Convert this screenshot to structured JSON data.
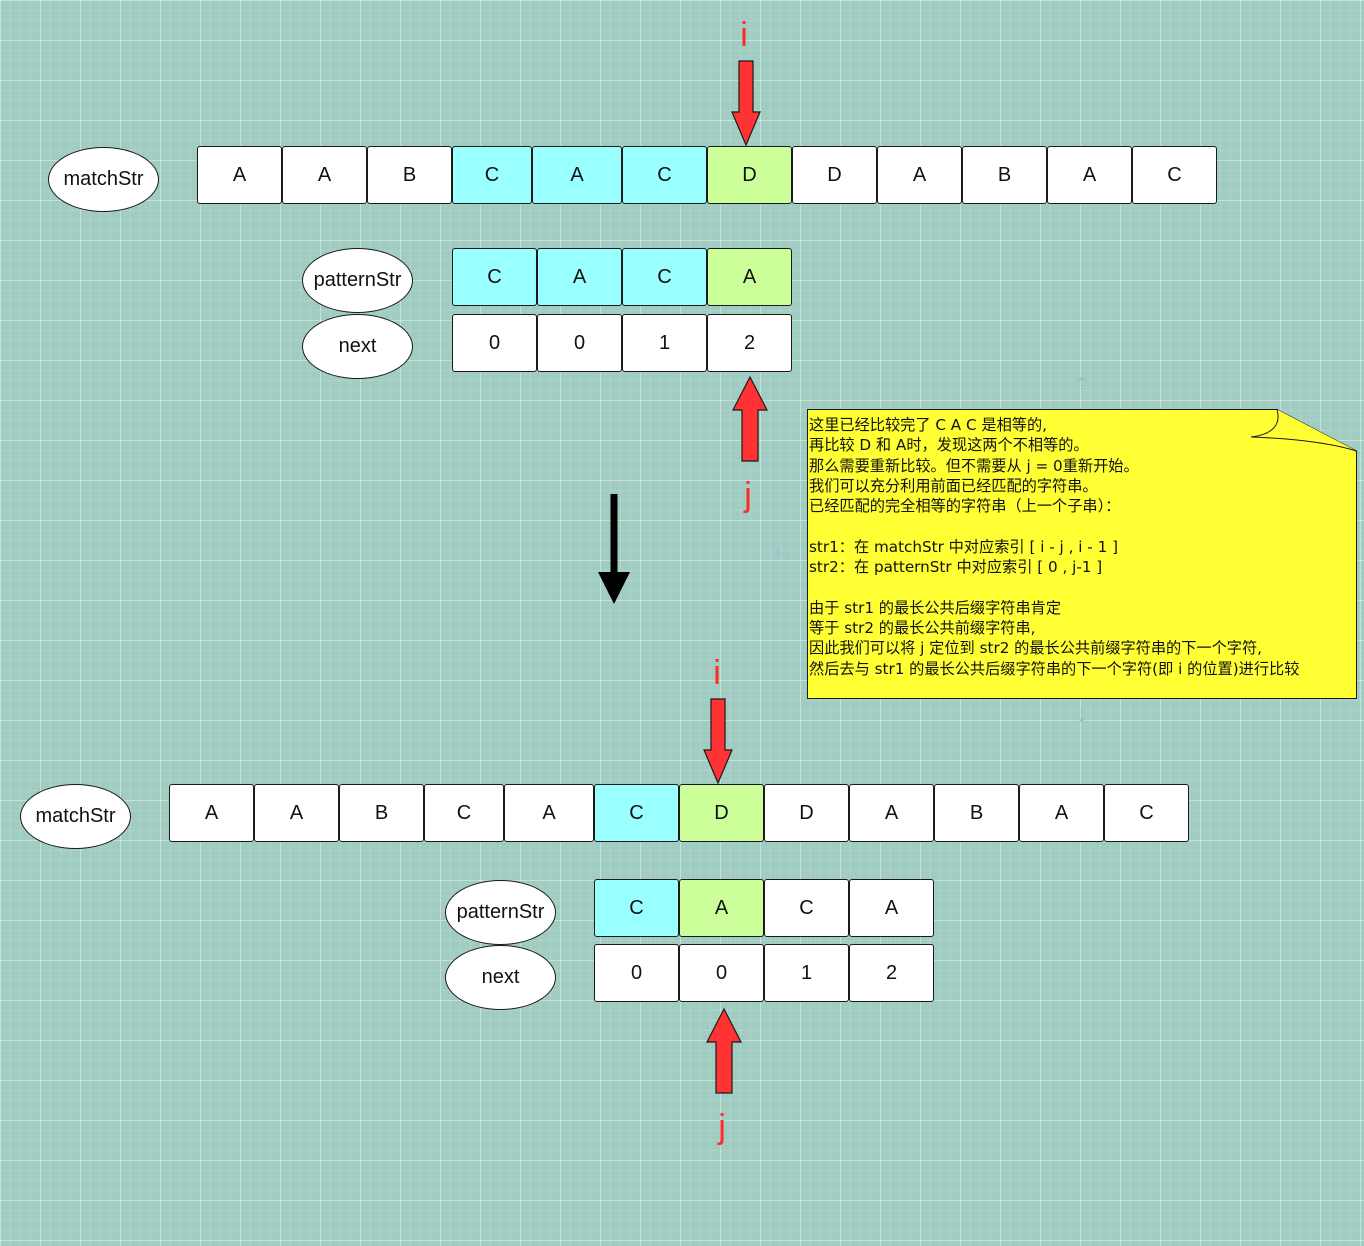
{
  "colors": {
    "background": "#a0ccc1",
    "matched": "#99ffff",
    "current": "#ccff99",
    "default": "#ffffff",
    "pointer": "#ff3333",
    "note": "#ffff33"
  },
  "top": {
    "matchStr_label": "matchStr",
    "matchStr": [
      "A",
      "A",
      "B",
      "C",
      "A",
      "C",
      "D",
      "D",
      "A",
      "B",
      "A",
      "C"
    ],
    "patternStr_label": "patternStr",
    "patternStr": [
      "C",
      "A",
      "C",
      "A"
    ],
    "next_label": "next",
    "next": [
      "0",
      "0",
      "1",
      "2"
    ],
    "i_label": "i",
    "j_label": "j"
  },
  "note": {
    "lines": [
      "这里已经比较完了 C A C 是相等的,",
      "再比较 D 和 A时，发现这两个不相等的。",
      "那么需要重新比较。但不需要从 j = 0重新开始。",
      "我们可以充分利用前面已经匹配的字符串。",
      "已经匹配的完全相等的字符串（上一个子串）：",
      "",
      "str1：在 matchStr 中对应索引 [ i - j , i - 1 ]",
      "str2：在 patternStr 中对应索引 [ 0 , j-1 ]",
      "",
      "由于 str1 的最长公共后缀字符串肯定",
      "等于 str2 的最长公共前缀字符串,",
      "因此我们可以将 j 定位到 str2 的最长公共前缀字符串的下一个字符,",
      "然后去与 str1 的最长公共后缀字符串的下一个字符(即 i 的位置)进行比较"
    ]
  },
  "bottom": {
    "matchStr_label": "matchStr",
    "matchStr": [
      "A",
      "A",
      "B",
      "C",
      "A",
      "C",
      "D",
      "D",
      "A",
      "B",
      "A",
      "C"
    ],
    "patternStr_label": "patternStr",
    "patternStr": [
      "C",
      "A",
      "C",
      "A"
    ],
    "next_label": "next",
    "next": [
      "0",
      "0",
      "1",
      "2"
    ],
    "i_label": "i",
    "j_label": "j"
  }
}
